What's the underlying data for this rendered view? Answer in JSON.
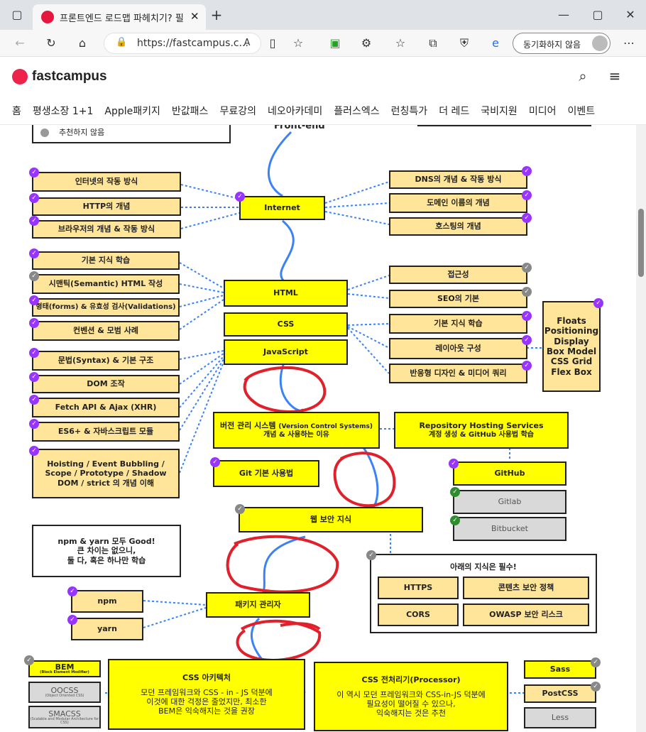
{
  "browser": {
    "tab_title": "프론트엔드 로드맵 파헤치기? 필",
    "url": "https://fastcampus.c...",
    "sync": "동기화하지 않음"
  },
  "site": {
    "brand": "fastcampus",
    "nav": [
      "홈",
      "평생소장 1+1",
      "Apple패키지",
      "반값패스",
      "무료강의",
      "네오아카데미",
      "플러스엑스",
      "런칭특가",
      "더 레드",
      "국비지원",
      "미디어",
      "이벤트"
    ]
  },
  "roadmap": {
    "legend": "추천하지 않음",
    "front": "Front-end",
    "left": [
      "인터넷의 작동 방식",
      "HTTP의 개념",
      "브라우저의 개념 & 작동 방식",
      "기본 지식 학습",
      "시맨틱(Semantic) HTML 작성",
      "형태(forms) & 유효성 검사(Validations)",
      "컨벤션 & 모범 사례",
      "문법(Syntax) & 기본 구조",
      "DOM 조작",
      "Fetch API & Ajax (XHR)",
      "ES6+ & 자바스크립트 모듈",
      "Hoisting / Event Bubbling / Scope / Prototype / Shadow DOM / strict 의 개념 이해"
    ],
    "center": [
      "Internet",
      "HTML",
      "CSS",
      "JavaScript"
    ],
    "right": [
      "DNS의 개념 & 작동 방식",
      "도메인 이름의 개념",
      "호스팅의 개념",
      "접근성",
      "SEO의 기본",
      "기본 지식 학습",
      "레이아웃 구성",
      "반응형 디자인 & 미디어 쿼리"
    ],
    "layout": [
      "Floats",
      "Positioning",
      "Display",
      "Box Model",
      "CSS Grid",
      "Flex Box"
    ],
    "vcs_title": "버전 관리 시스템",
    "vcs_sub": "(Version Control Systems)",
    "vcs_line2": "개념 & 사용하는 이유",
    "repo_title": "Repository Hosting Services",
    "repo_sub": "계정 생성 & GitHub 사용법 학습",
    "git": "Git 기본 사용법",
    "github": "GitHub",
    "gitlab": "Gitlab",
    "bitbucket": "Bitbucket",
    "websec": "웹 보안 지식",
    "npm_note": "npm & yarn 모두 Good!\n큰 차이는 없으니,\n둘 다, 혹은 하나만 학습",
    "must": "아래의 지식은 필수!",
    "sec": [
      "HTTPS",
      "콘텐츠 보안 정책",
      "CORS",
      "OWASP 보안 리스크"
    ],
    "pkg": "패키지 관리자",
    "npm": "npm",
    "yarn": "yarn",
    "bem": "BEM",
    "bem_sub": "(Block Element Modifier)",
    "oocss": "OOCSS",
    "oocss_sub": "(Object Oriented CSS)",
    "smacss": "SMACSS",
    "smacss_sub": "(Scalable and Modular Architecture for CSS)",
    "arch_title": "CSS 아키텍처",
    "arch_body": "모던 프레임워크와 CSS - in - JS 덕분에\n이것에 대한 걱정은 줄었지만, 최소한\nBEM은 익숙해지는 것을 권장",
    "pre_title": "CSS 전처리기(Processor)",
    "pre_body": "이 역시 모던 프레임워크와 CSS-in-JS 덕분에\n필요성이 떨어질 수 있으나,\n익숙해지는 것은 추천",
    "sass": "Sass",
    "postcss": "PostCSS",
    "less": "Less"
  }
}
